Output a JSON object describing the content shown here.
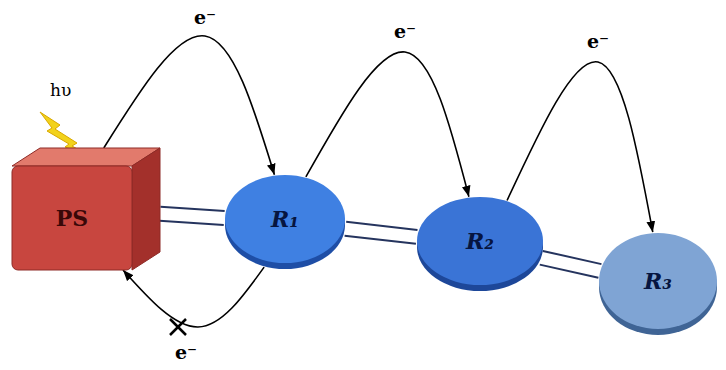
{
  "diagram": {
    "nodes": [
      {
        "text": [
          "PS"
        ]
      },
      {
        "text": [
          "R₁"
        ]
      },
      {
        "text": [
          "R₂"
        ]
      },
      {
        "text": [
          "R₃"
        ]
      }
    ],
    "edges": [
      {
        "from": 0,
        "to": 1,
        "arrow": "none"
      },
      {
        "from": 1,
        "to": 2,
        "arrow": "none"
      },
      {
        "from": 2,
        "to": 3,
        "arrow": "none"
      },
      {
        "from": 0,
        "to": 1,
        "arrow": "to",
        "label": "e⁻"
      },
      {
        "from": 1,
        "to": 2,
        "arrow": "to",
        "label": "e⁻"
      },
      {
        "from": 2,
        "to": 3,
        "arrow": "to",
        "label": "e⁻"
      },
      {
        "from": 1,
        "to": 0,
        "arrow": "to",
        "label": "e⁻"
      }
    ],
    "labels": [
      "hυ"
    ]
  }
}
